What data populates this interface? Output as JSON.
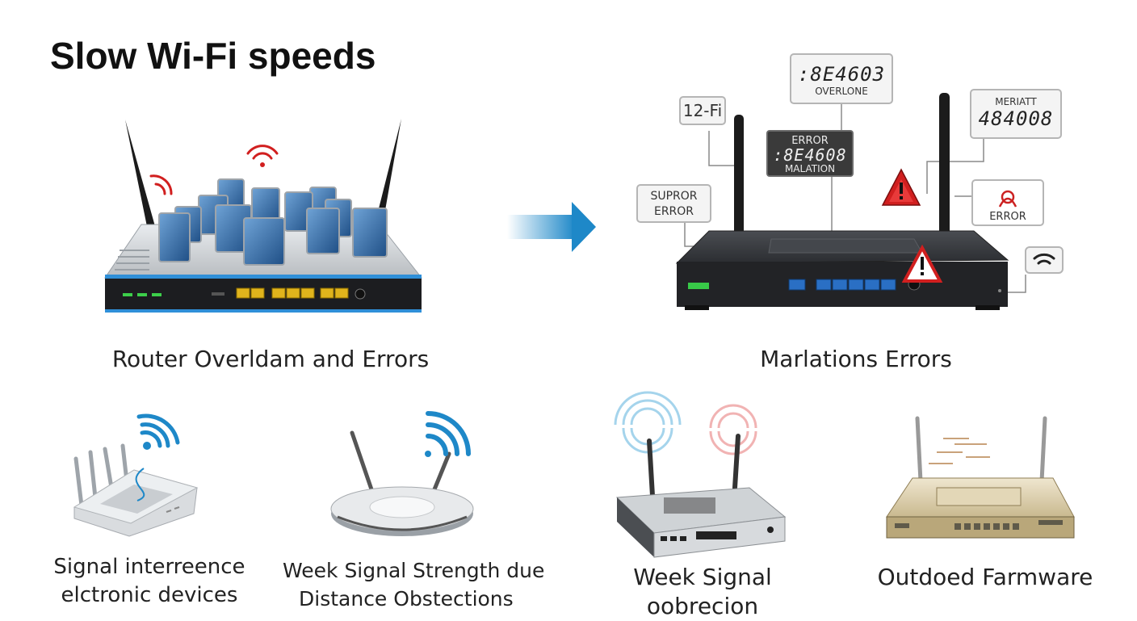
{
  "title": "Slow Wi-Fi speeds",
  "top_left": {
    "caption": "Router Overldam and Errors"
  },
  "top_right": {
    "caption": "Marlations Errors",
    "labels": {
      "wifi_tag": "12-Fi",
      "code_top": ":8E4603",
      "code_top_sub": "OVERLONE",
      "error_panel_title": "ERROR",
      "error_panel_code": ":8E4608",
      "error_panel_sub": "MALATION",
      "right_panel_title": "MERIATT",
      "right_panel_code": "484008",
      "supror_line1": "SUPROR",
      "supror_line2": "ERROR",
      "error_icon_label": "ERROR"
    }
  },
  "bottom": [
    {
      "lines": [
        "Signal interreence",
        "elctronic devices"
      ]
    },
    {
      "lines": [
        "Week Signal Strength due",
        "Distance  Obstections"
      ]
    },
    {
      "lines": [
        "Week Signal",
        "oobrecion"
      ]
    },
    {
      "lines": [
        "Outdoed Farmware"
      ]
    }
  ],
  "colors": {
    "accent_blue": "#1e88c8",
    "warning_red": "#d11f1f",
    "port_yellow": "#e0b41c",
    "port_blue": "#2a6fc4"
  }
}
